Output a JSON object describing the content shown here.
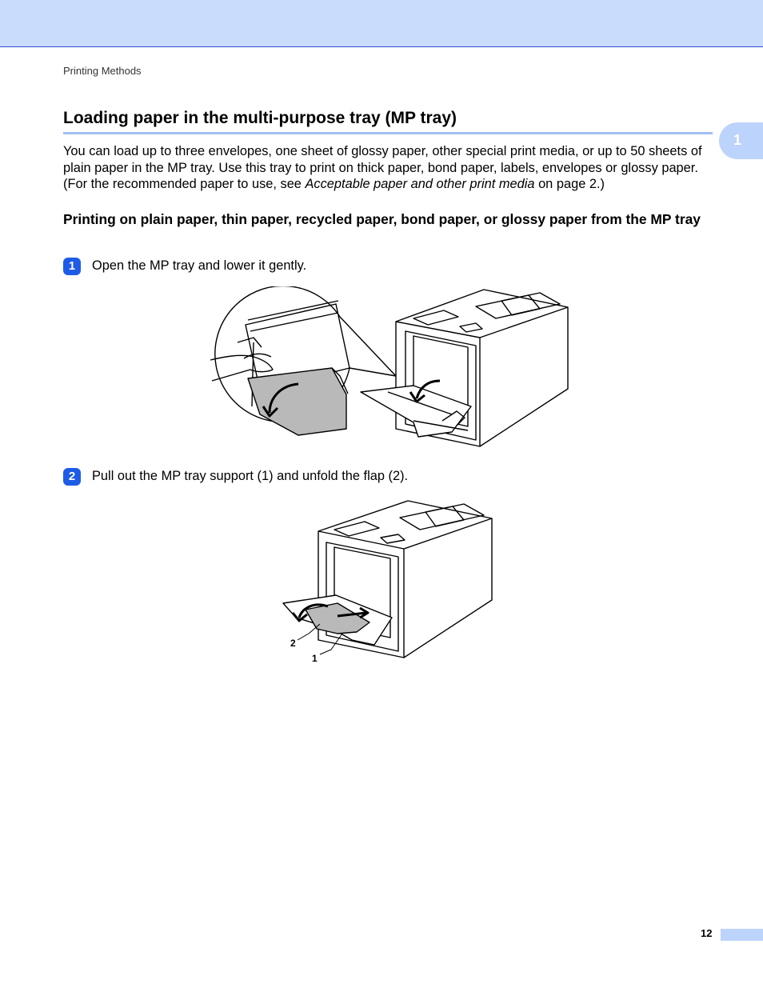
{
  "header": {
    "breadcrumb": "Printing Methods"
  },
  "chapter_tab": "1",
  "section": {
    "title": "Loading paper in the multi-purpose tray (MP tray)",
    "intro_part1": "You can load up to three envelopes, one sheet of glossy paper, other special print media, or up to 50 sheets of plain paper in the MP tray. Use this tray to print on thick paper, bond paper, labels, envelopes or glossy paper. (For the recommended paper to use, see ",
    "intro_link": "Acceptable paper and other print media",
    "intro_part2": " on page 2.)"
  },
  "subsection": {
    "title": "Printing on plain paper, thin paper, recycled paper, bond paper, or glossy paper from the MP tray"
  },
  "steps": [
    {
      "number": "1",
      "text": "Open the MP tray and lower it gently."
    },
    {
      "number": "2",
      "text": "Pull out the MP tray support (1) and unfold the flap (2)."
    }
  ],
  "figure2_callouts": [
    "2",
    "1"
  ],
  "footer": {
    "page_number": "12"
  },
  "colors": {
    "header_band": "#c9dcfb",
    "accent_blue": "#1e5be6",
    "rule": "#a3bff3"
  }
}
